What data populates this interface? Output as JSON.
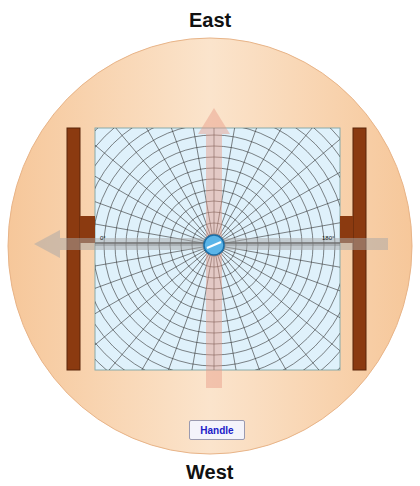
{
  "diagram": {
    "nodes": [
      {
        "text": [
          "Handle"
        ]
      }
    ],
    "labels": [
      "East",
      "West",
      "0°",
      "180°"
    ]
  }
}
